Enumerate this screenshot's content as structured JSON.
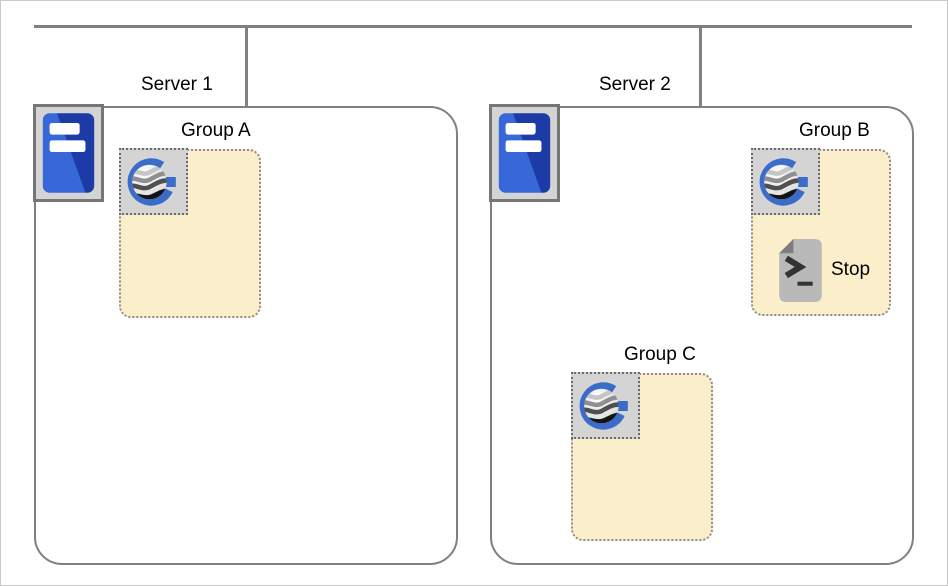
{
  "servers": [
    {
      "label": "Server 1"
    },
    {
      "label": "Server 2"
    }
  ],
  "groups": [
    {
      "label": "Group A",
      "server": "Server 1"
    },
    {
      "label": "Group B",
      "server": "Server 2"
    },
    {
      "label": "Group C",
      "server": "Server 2"
    }
  ],
  "items": {
    "stop_label": "Stop"
  },
  "icons": {
    "server": "server-icon",
    "group_engine": "globe-g-icon",
    "script": "script-icon"
  },
  "colors": {
    "line_gray": "#808080",
    "group_fill": "#fbeeca",
    "group_border": "#8c8c8c",
    "tile_bg": "#d4d4d4",
    "brand_blue": "#3b6cc9",
    "server_blue_light": "#3767d8",
    "server_blue_dark": "#1c3ba6",
    "script_gray": "#b9b9b9",
    "script_fold": "#7e7e7e"
  }
}
